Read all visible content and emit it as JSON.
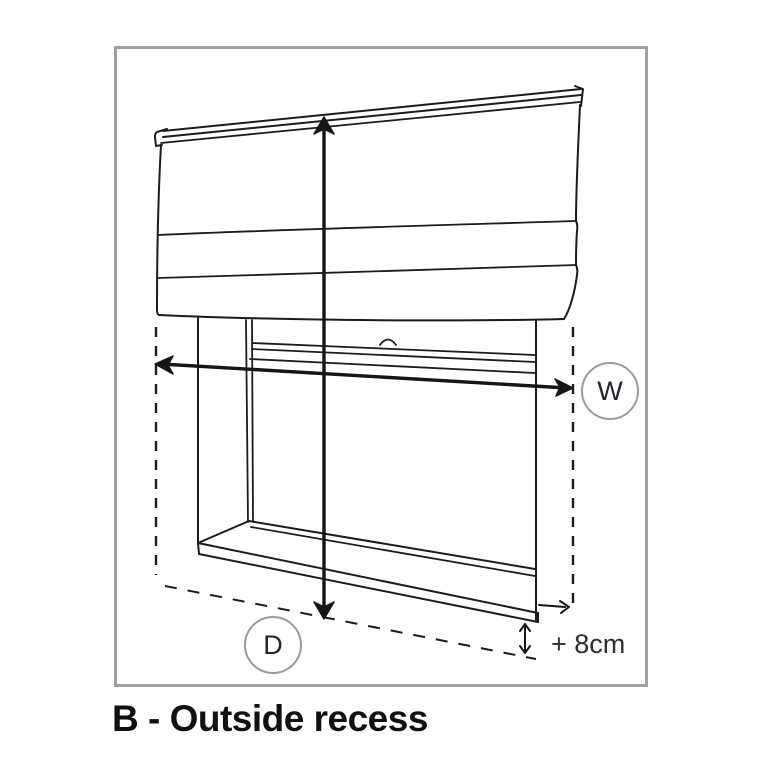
{
  "title": "B - Outside recess",
  "diagram": {
    "labels": {
      "width": "W",
      "drop": "D",
      "extension": "+ 8cm"
    }
  },
  "colors": {
    "line": "#1c1c1c",
    "arrow": "#161616",
    "circle": "#9a9a9a",
    "frame": "#a0a0a0",
    "text": "#101010",
    "bg": "#ffffff"
  }
}
